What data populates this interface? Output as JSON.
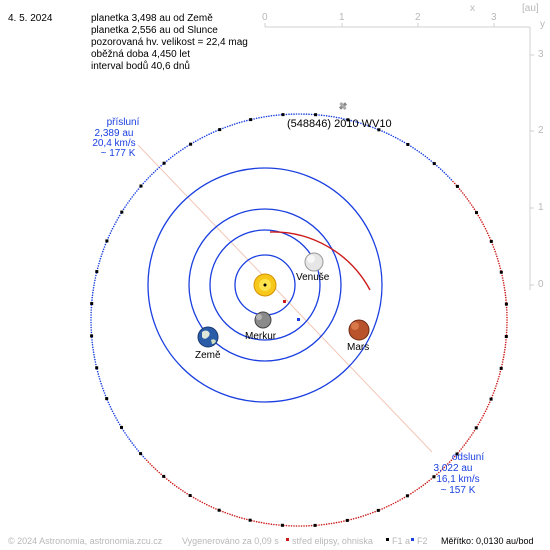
{
  "header": {
    "date": "4. 5. 2024",
    "info_lines": [
      "planetka 3,498 au od Země",
      "planetka 2,556 au od Slunce",
      "pozorovaná hv. velikost = 22,4 mag",
      "oběžná doba 4,450 let",
      "interval bodů 40,6 dnů"
    ]
  },
  "object_name": "(548846) 2010 WV10",
  "planets": {
    "venus": "Venuše",
    "mars": "Mars",
    "mercury": "Merkur",
    "earth": "Země"
  },
  "perihelion": {
    "title": "přísluní",
    "distance": "2,389 au",
    "speed": "20,4 km/s",
    "temp": "~ 177 K"
  },
  "aphelion": {
    "title": "odsluní",
    "distance": "3,022 au",
    "speed": "16,1 km/s",
    "temp": "~ 157 K"
  },
  "axes": {
    "x_ticks": [
      "0",
      "1",
      "2",
      "3"
    ],
    "x_label": "x",
    "unit_label": "[au]",
    "y_ticks": [
      "3",
      "2",
      "1",
      "0"
    ],
    "y_label": "y"
  },
  "footer": {
    "copyright": "© 2024 Astronomia, astronomia.zcu.cz",
    "generated": "Vygenerováno za 0,09 s",
    "legend_center": "střed elipsy, ohniska",
    "legend_f1": "F1 a",
    "legend_f2": "F2",
    "scale": "Měřítko: 0,0130 au/bod"
  },
  "colors": {
    "orbit_planet": "#1a3fe0",
    "orbit_asteroid_near": "#cc1a1a",
    "orbit_asteroid_far": "#1a3fe0",
    "apsis_line": "#f2c7b7",
    "grid": "#d8d8d8"
  }
}
